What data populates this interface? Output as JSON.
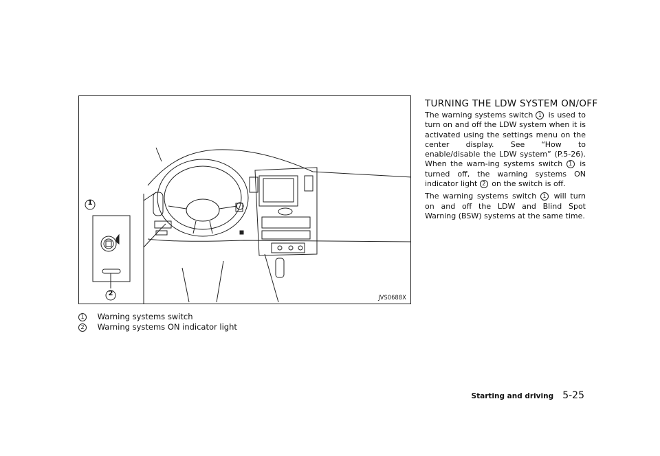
{
  "figure": {
    "callout_1": "1",
    "callout_2": "2",
    "code": "JVS0688X"
  },
  "legend": [
    {
      "num": "1",
      "text": "Warning systems switch"
    },
    {
      "num": "2",
      "text": "Warning systems ON indicator light"
    }
  ],
  "section": {
    "title": "TURNING THE LDW SYSTEM ON/OFF",
    "p1": {
      "a": "The warning systems switch",
      "n1": "1",
      "b": "is used to turn on and off the LDW system when it is activated using the settings menu on the center display. See “How to enable/disable the LDW system” (P.5-26). When the warn-ing systems switch",
      "n2": "1",
      "c": "is turned off, the warning systems ON indicator light",
      "n3": "2",
      "d": "on the switch is off."
    },
    "p2": {
      "a": "The warning systems switch",
      "n1": "1",
      "b": "will turn on and off the LDW and Blind Spot Warning (BSW) systems at the same time."
    }
  },
  "footer": {
    "section_label": "Starting and driving",
    "page": "5-25"
  }
}
